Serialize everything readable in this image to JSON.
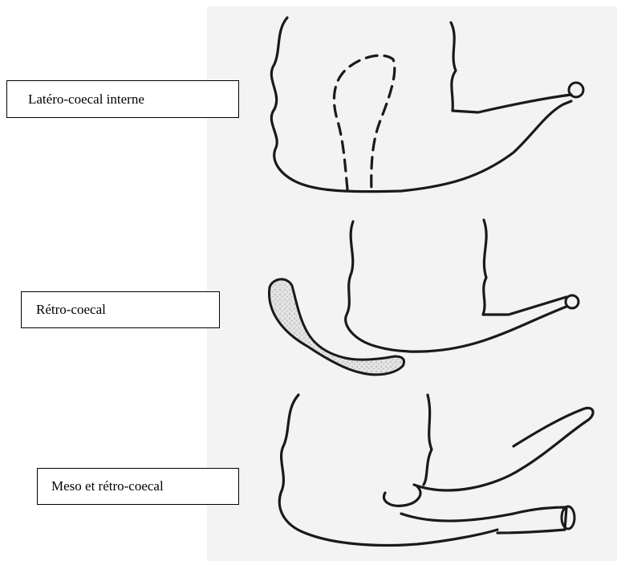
{
  "labels": {
    "lateral_internal": "Latéro-coecal interne",
    "retro": "Rétro-coecal",
    "meso_retro": "Meso et rétro-coecal"
  }
}
